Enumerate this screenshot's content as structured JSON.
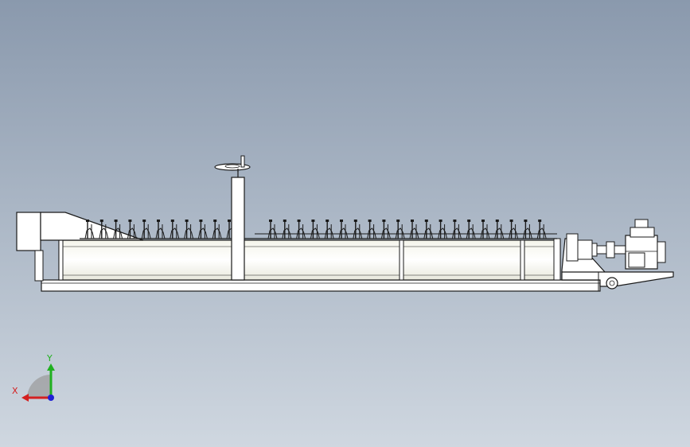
{
  "triad": {
    "x_label": "X",
    "y_label": "Y",
    "x_color": "#d42020",
    "y_color": "#20b020",
    "z_color": "#2020d4"
  },
  "scene": {
    "view": "front",
    "background_top": "#8a99ad",
    "background_bottom": "#cfd7e0",
    "body_color": "#ffffff",
    "edge_color": "#1a1a1a",
    "model_icon": "screw-conveyor-model-icon"
  }
}
